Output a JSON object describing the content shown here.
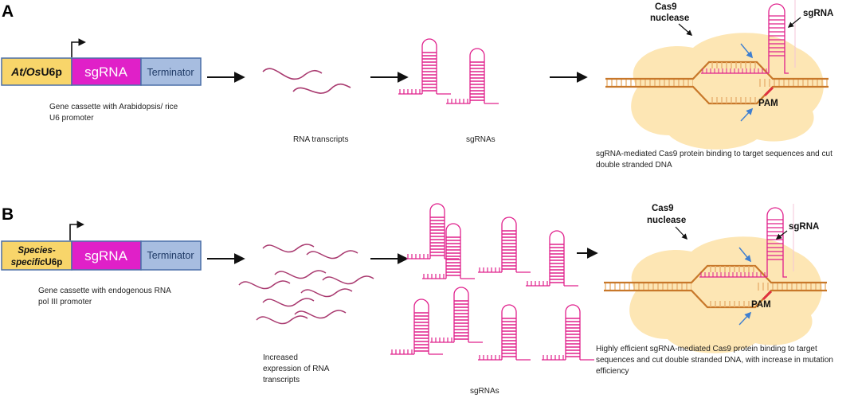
{
  "panel_a": {
    "letter": "A",
    "promoter_prefix": "At/Os",
    "promoter_suffix": "U6p",
    "sgrna_label": "sgRNA",
    "terminator_label": "Terminator",
    "cassette_caption_line1": "Gene cassette with Arabidopsis/ rice",
    "cassette_caption_line2": "U6 promoter",
    "rna_caption": "RNA transcripts",
    "sgrnas_caption": "sgRNAs",
    "cas9_label_line1": "Cas9",
    "cas9_label_line2": "nuclease",
    "sgrna_pointer_label": "sgRNA",
    "pam_label": "PAM",
    "result_caption_line1": "sgRNA-mediated Cas9 protein binding to target sequences and cut",
    "result_caption_line2": "double stranded DNA"
  },
  "panel_b": {
    "letter": "B",
    "promoter_line1": "Species-",
    "promoter_line2_prefix": "specific",
    "promoter_line2_suffix": "U6p",
    "sgrna_label": "sgRNA",
    "terminator_label": "Terminator",
    "cassette_caption_line1": "Gene cassette with endogenous RNA",
    "cassette_caption_line2": "pol III promoter",
    "rna_caption_line1": "Increased",
    "rna_caption_line2": "expression of RNA",
    "rna_caption_line3": "transcripts",
    "sgrnas_caption": "sgRNAs",
    "cas9_label_line1": "Cas9",
    "cas9_label_line2": "nuclease",
    "sgrna_pointer_label": "sgRNA",
    "pam_label": "PAM",
    "result_caption_line1": "Highly efficient sgRNA-mediated Cas9 protein binding to target",
    "result_caption_line2": "sequences and cut double stranded DNA, with increase in mutation",
    "result_caption_line3": "efficiency"
  },
  "colors": {
    "promoter_fill": "#f8d56a",
    "sgrna_fill": "#e020c8",
    "terminator_fill": "#a7bde0",
    "box_border": "#4a6fa8",
    "rna_wave": "#a8386e",
    "sgrna_structure": "#e0208c",
    "cas9_blob": "#fde6b4",
    "dna_strand": "#c8782a",
    "dna_rung": "#e8b070",
    "arrow": "#111111",
    "cut_arrow": "#3f7fd0",
    "pam_mark": "#e03040"
  },
  "icons": [
    "transcription-start-arrow-icon",
    "process-arrow-icon",
    "cut-site-arrow-icon"
  ]
}
